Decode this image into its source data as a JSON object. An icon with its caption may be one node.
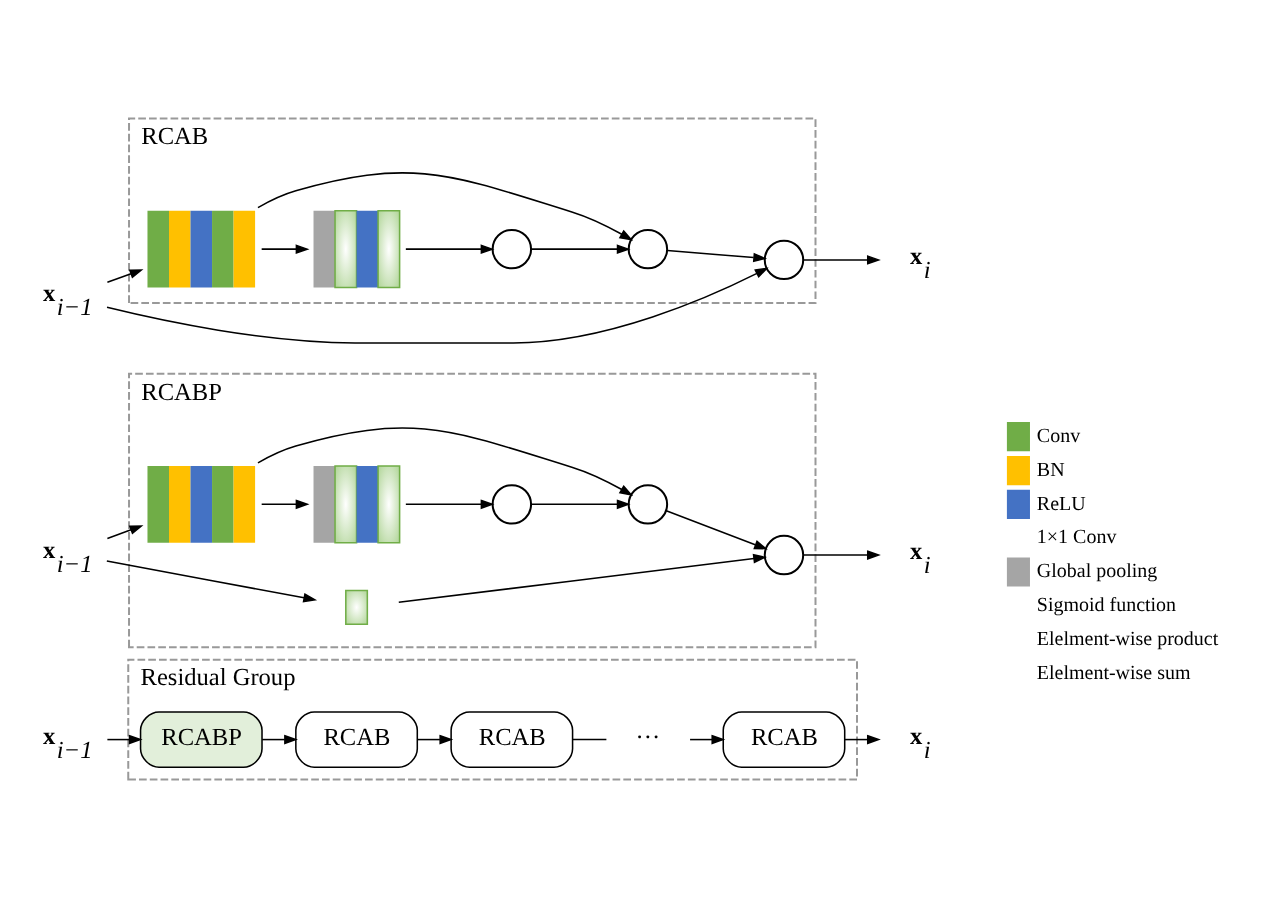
{
  "diagram": {
    "nodes": [
      {
        "text": [
          "Residual Group"
        ]
      },
      {
        "text": [
          "**x**$_{i−1}$"
        ]
      },
      {
        "text": [
          "RCABP"
        ],
        "in": 0
      },
      {
        "text": [
          "RCAB"
        ],
        "in": 0
      },
      {
        "text": [
          "RCAB"
        ],
        "in": 0
      },
      {
        "text": [
          "···"
        ],
        "in": 0
      },
      {
        "text": [
          "RCAB"
        ],
        "in": 0
      },
      {
        "text": [
          "**x**$_{i}$"
        ]
      },
      {
        "text": [
          "RCABP"
        ]
      },
      {
        "text": [
          "**x**$_{i−1}$"
        ]
      },
      {
        "text": [],
        "shape": "box",
        "in": 8
      },
      {
        "text": [],
        "shape": "box",
        "in": 8
      },
      {
        "text": [],
        "shape": "circle",
        "in": 8
      },
      {
        "text": [],
        "shape": "circle",
        "in": 8
      },
      {
        "text": [],
        "shape": "circle",
        "in": 8
      },
      {
        "text": [
          "**x**$_{i}$"
        ]
      },
      {
        "text": [],
        "shape": "bar",
        "in": 8
      },
      {
        "text": [
          "RCAB"
        ]
      },
      {
        "text": [
          "**x**$_{i−1}$"
        ]
      },
      {
        "text": [],
        "shape": "box",
        "in": 17
      },
      {
        "text": [],
        "shape": "box",
        "in": 17
      },
      {
        "text": [],
        "shape": "circle",
        "in": 17
      },
      {
        "text": [],
        "shape": "circle",
        "in": 17
      },
      {
        "text": [],
        "shape": "circle",
        "in": 17
      },
      {
        "text": [
          "**x**$_{i}$"
        ]
      }
    ],
    "edges": [
      {
        "from": 1,
        "to": 2,
        "arrow": "to"
      },
      {
        "from": 2,
        "to": 3,
        "arrow": "to"
      },
      {
        "from": 3,
        "to": 4,
        "arrow": "to"
      },
      {
        "from": 4,
        "to": 5,
        "arrow": "none"
      },
      {
        "from": 5,
        "to": 6,
        "arrow": "to"
      },
      {
        "from": 6,
        "to": 7,
        "arrow": "to"
      },
      {
        "from": 9,
        "to": 10,
        "arrow": "to"
      },
      {
        "from": 10,
        "to": 11,
        "arrow": "to"
      },
      {
        "from": 10,
        "to": 13,
        "arrow": "to"
      },
      {
        "from": 11,
        "to": 12,
        "arrow": "to"
      },
      {
        "from": 12,
        "to": 13,
        "arrow": "to"
      },
      {
        "from": 13,
        "to": 14,
        "arrow": "to"
      },
      {
        "from": 14,
        "to": 15,
        "arrow": "to"
      },
      {
        "from": 9,
        "to": 16,
        "arrow": "to"
      },
      {
        "from": 16,
        "to": 14,
        "arrow": "to"
      },
      {
        "from": 18,
        "to": 19,
        "arrow": "to"
      },
      {
        "from": 19,
        "to": 20,
        "arrow": "to"
      },
      {
        "from": 19,
        "to": 22,
        "arrow": "to"
      },
      {
        "from": 20,
        "to": 21,
        "arrow": "to"
      },
      {
        "from": 21,
        "to": 22,
        "arrow": "to"
      },
      {
        "from": 22,
        "to": 23,
        "arrow": "to"
      },
      {
        "from": 23,
        "to": 24,
        "arrow": "to"
      },
      {
        "from": 18,
        "to": 23,
        "arrow": "to"
      }
    ],
    "legend": [
      {
        "text": "Conv",
        "color": "#70ad47"
      },
      {
        "text": "BN",
        "color": "#ffc000"
      },
      {
        "text": "ReLU",
        "color": "#4472c4"
      },
      {
        "text": "1×1 Conv"
      },
      {
        "text": "Global pooling",
        "color": "#a5a5a5"
      },
      {
        "text": "Sigmoid function"
      },
      {
        "text": "Elelment-wise product"
      },
      {
        "text": "Elelment-wise sum"
      }
    ]
  }
}
